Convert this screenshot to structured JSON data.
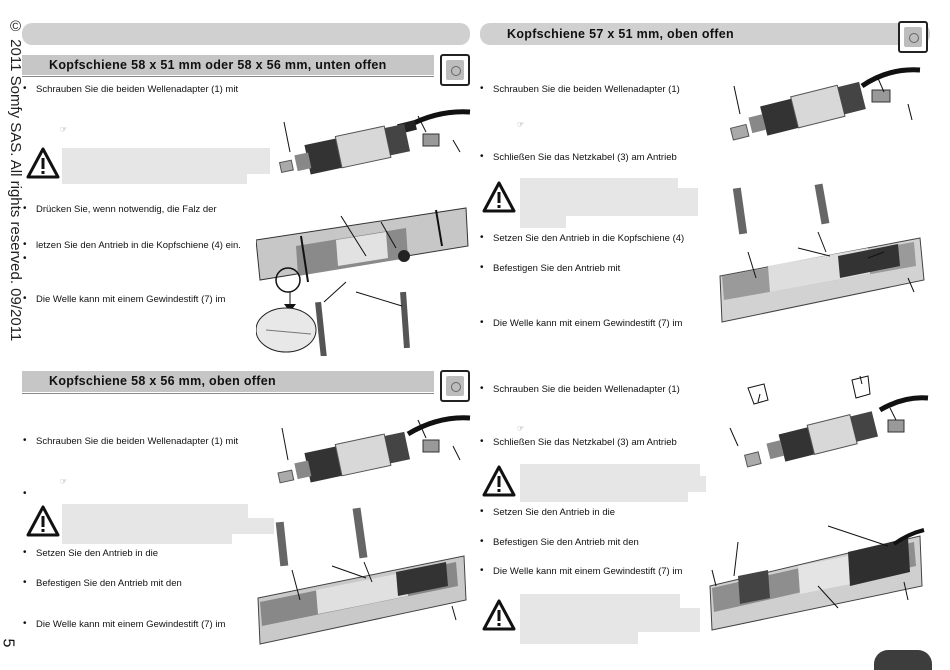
{
  "side": {
    "copyright": "© 2011 Somfy SAS. All rights reserved. 09/2011",
    "page_number": "5"
  },
  "sections": {
    "s1": {
      "title": "Kopfschiene 58 x 51 mm oder 58 x 56 mm, unten offen",
      "bullets": [
        "Schrauben Sie die beiden Wellenadapter (1) mit",
        "Drücken Sie, wenn notwendig,  die Falz der",
        "letzen Sie den Antrieb in die Kopfschiene (4) ein.",
        "Die Welle kann mit einem Gewindestift (7) im"
      ],
      "ref_mark": "☞"
    },
    "s2": {
      "title": "Kopfschiene 57 x 51 mm, oben offen",
      "bullets": [
        "Schrauben Sie die beiden Wellenadapter (1)",
        "Schließen Sie das Netzkabel (3) am Antrieb",
        "Setzen Sie den Antrieb in die Kopfschiene (4)",
        "Befestigen Sie den Antrieb mit",
        "Die Welle kann mit einem Gewindestift (7) im"
      ],
      "ref_mark": "☞"
    },
    "s3": {
      "title": "Kopfschiene 58 x 56 mm, oben offen",
      "bullets": [
        "Schrauben Sie die beiden Wellenadapter (1) mit",
        "Setzen Sie den Antrieb in die",
        "Befestigen Sie den Antrieb mit den",
        "Die Welle kann mit einem Gewindestift (7) im"
      ],
      "ref_mark": "☞"
    },
    "s4": {
      "bullets": [
        "Schrauben Sie die beiden Wellenadapter (1)",
        "Schließen Sie das Netzkabel (3) am Antrieb",
        "Setzen Sie den Antrieb in die",
        "Befestigen Sie den Antrieb mit den",
        "Die Welle kann mit einem Gewindestift (7) im"
      ],
      "ref_mark": "☞"
    }
  },
  "icons": {
    "warning": "warning-triangle-icon",
    "rail": "rail-profile-icon"
  },
  "colors": {
    "header_bar": "#c6c6c6",
    "top_bar": "#d0d0d0",
    "warning_fill": "#e6e6e6",
    "page_tab": "#3d3d3d"
  }
}
